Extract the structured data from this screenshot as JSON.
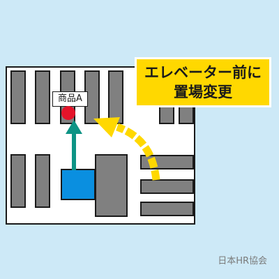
{
  "diagram": {
    "product_label": "商品A",
    "callout_line1": "エレベーター前に",
    "callout_line2": "置場変更",
    "logo_text": "日本HR協会"
  },
  "colors": {
    "background": "#cde9f7",
    "shelf": "#808080",
    "cart": "#0a8fe0",
    "product_marker": "#e4142a",
    "arrow_green": "#0e9485",
    "arrow_yellow": "#ffd800"
  }
}
